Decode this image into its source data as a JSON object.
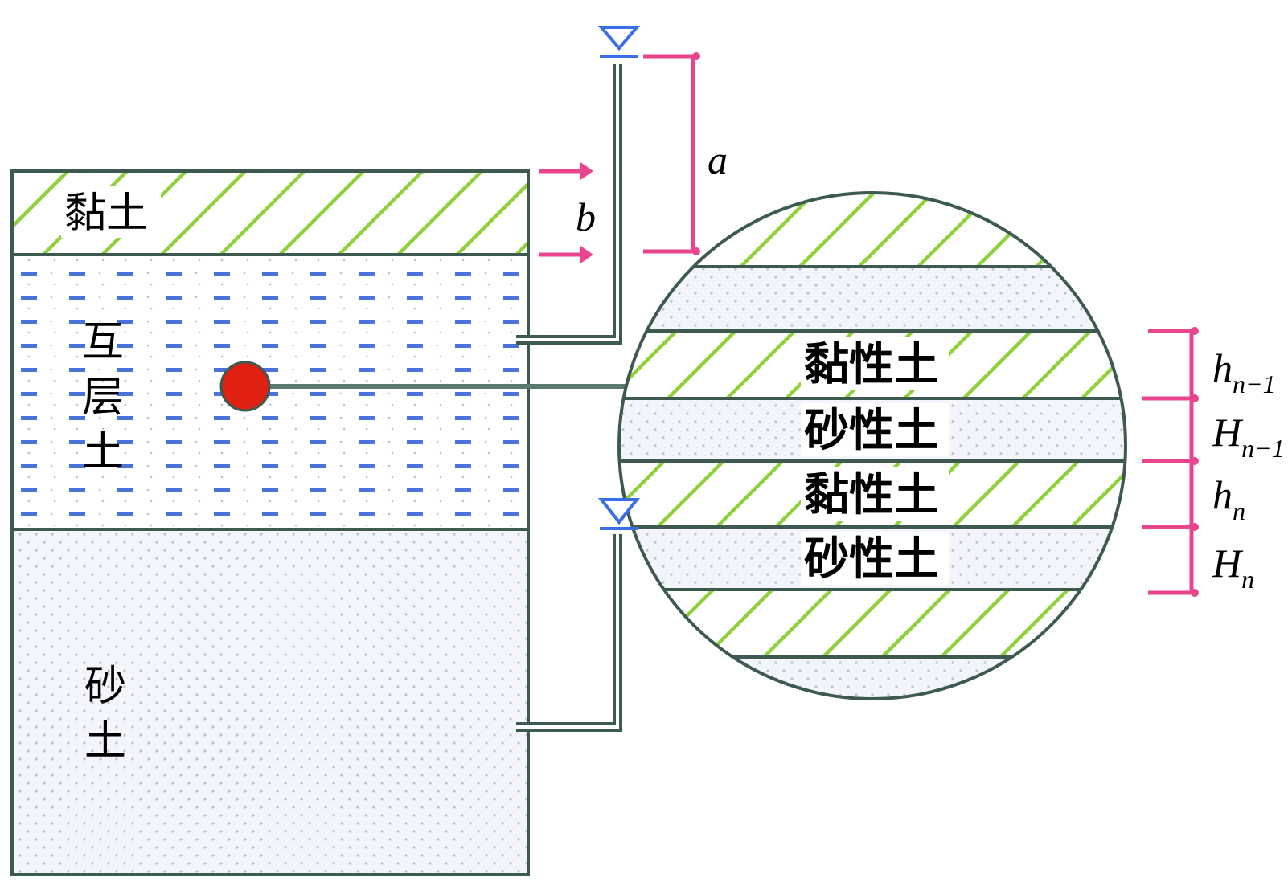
{
  "soil_column": {
    "clay_label": "黏土",
    "interlayer_label_chars": [
      "互",
      "层",
      "土"
    ],
    "sand_label_chars": [
      "砂",
      "土"
    ]
  },
  "dimensions": {
    "a_label": "a",
    "b_label": "b"
  },
  "detail_circle": {
    "layers": [
      {
        "type": "clay",
        "label": ""
      },
      {
        "type": "sand",
        "label": ""
      },
      {
        "type": "clay",
        "label": "黏性土"
      },
      {
        "type": "sand",
        "label": "砂性土"
      },
      {
        "type": "clay",
        "label": "黏性土"
      },
      {
        "type": "sand",
        "label": "砂性土"
      },
      {
        "type": "clay",
        "label": ""
      },
      {
        "type": "sand",
        "label": ""
      }
    ],
    "thickness_labels": [
      {
        "main": "h",
        "sub": "n−1"
      },
      {
        "main": "H",
        "sub": "n−1"
      },
      {
        "main": "h",
        "sub": "n"
      },
      {
        "main": "H",
        "sub": "n"
      }
    ]
  },
  "colors": {
    "outline": "#3c5a50",
    "clay_hatch": "#8fd13c",
    "water_dash": "#4a72d8",
    "sand_dot": "#b8c0d8",
    "sand_fill": "#f4f5fa",
    "dimension": "#e8458c",
    "piezometer_symbol": "#3a6ee8",
    "marker": "#e02010"
  }
}
